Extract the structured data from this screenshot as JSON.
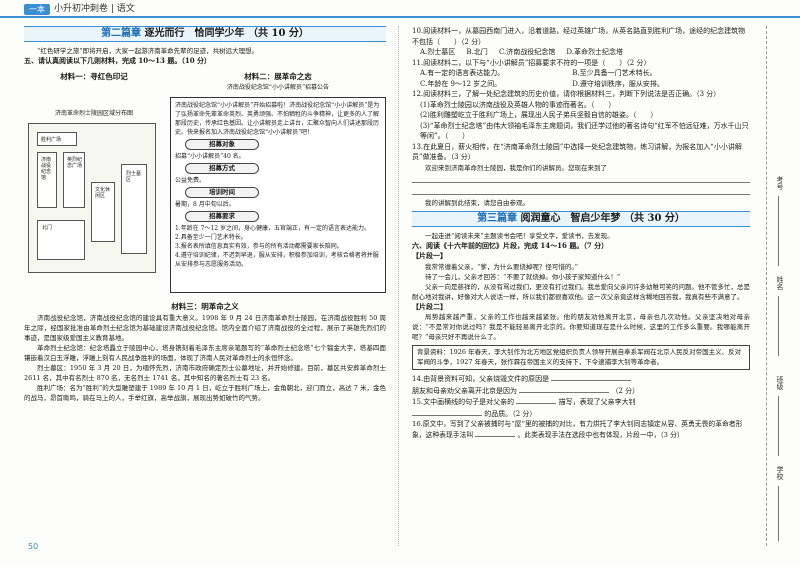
{
  "header": {
    "badge": "一本",
    "title": "小升初冲刺卷 | 语文"
  },
  "page_number": "50",
  "left": {
    "section2": {
      "chapter": "第二篇章",
      "title": "逐光而行　恰同学少年",
      "score": "（共 10 分）"
    },
    "intro": "“红色研学之旅”即将开启，大家一起游济南革命先辈的足迹，共树远大理想。",
    "q5": "五、请认真阅读以下几则材料，完成 10～13 题。（10 分）",
    "m1_title": "材料一：寻红色印记",
    "m1_caption": "济南革命烈士陵园区域分布图",
    "map": {
      "gate": "胜利广场",
      "hall1": "济南战役纪念馆",
      "hall2": "文化休闲区",
      "hall3": "英烈纪念广场",
      "hall4": "北门",
      "hall5": "烈士墓区"
    },
    "m2_title": "材料二：展革命之志",
    "m2_sub": "济南战役纪念馆“小小讲解员”招募公告",
    "poster": {
      "intro": "济南战役纪念馆“小小讲解员”开始招募啦！济南战役纪念馆“小小讲解员”是为了弘扬革命先辈革命英烈、英勇顽强、不怕牺牲的斗争精神，让更多的人了解那段历史，传承红色基因。让小讲解员走上讲台，汇聚众智向人们讲述那段历史。快来报名加入济南战役纪念馆“小小讲解员”吧！",
      "tag1": "招募对象",
      "l1": "招募“小小讲解员”40 名。",
      "tag2": "招募方式",
      "l2": "公益免费。",
      "tag3": "培训时间",
      "l3": "暑期，8 月中旬以后。",
      "tag4": "招募要求",
      "r1": "1.年龄在 7～12 岁之间，身心健康，五官端正，有一定的语言表达能力。",
      "r2": "2.具备至少一门艺术特长。",
      "r3": "3.报名表所填信息真实有效，参与的所有活动都需要家长陪同。",
      "r4": "4.遵守培训纪律，不迟到早退，服从安排，积极参加培训，考核合格者将并服从安排参与志愿服务活动。"
    },
    "m3_title": "材料三：明革命之义",
    "m3_p1": "济南战役纪念馆，济南战役纪念馆的建设具有重大意义。1998 年 9 月 24 日济南革命烈士陵园，在济南战役胜利 50 周年之际，经国家批准由革命烈士纪念馆为基础建设济南战役纪念馆。馆内全面介绍了济南战役的全过程，展示了英雄先烈们的事迹，是国家级爱国主义教育基地。",
    "m3_p2": "革命烈士纪念馆：纪念塔矗立于陵园中心，塔身镌刻着毛泽东主席亲笔题写的“革命烈士纪念塔”七个镏金大字，塔基四面镶嵌着汉白玉浮雕，浮雕上刻有人民战争胜利的场面，体现了济南人民对革命烈士的永恒怀念。",
    "m3_p3": "烈士墓区：1950 年 3 月 20 日，为缅怀先烈，济南市政府确定烈士公墓地址，并开始修建。目前，墓区共安葬革命烈士 2611 名，其中有名烈士 870 名，无名烈士 1741 名，其中知名的著名烈士有 23 名。",
    "m3_p4": "胜利广场：名为“胜利”的大型雕塑建于 1989 年 10 月 1 日，屹立于胜利广场上，金角朝北，迎门而立，高达 7 米，金色的战马，昂首嘶鸣，骑在马上的人，手举红旗，高举战旗，展现出势如破竹的气势。"
  },
  "right": {
    "q10": "10.阅读材料一，从墓园西南门进入，沿着道路，经过英雄广场，从英名路直到胜利广场，途经的纪念建筑物不包括（　　）（2 分）",
    "q10_opts": [
      "A.烈士墓区",
      "B.北门",
      "C.济南战役纪念馆",
      "D.革命烈士纪念塔"
    ],
    "q11": "11.阅读材料二，以下与“小小讲解员”招募要求不符的一项是（　　）（2 分）",
    "q11_opts": [
      "A.有一定的语言表达能力。",
      "B.至少具备一门艺术特长。",
      "C.年龄在 9～12 岁之间。",
      "D.遵守培训秩序，服从安排。"
    ],
    "q12": "12.阅读材料三，了解一处纪念建筑的历史价值，请你根据材料三，判断下列说法是否正确。（3 分）",
    "q12_items": [
      "(1)革命烈士陵园以济南战役及英雄人物的事迹而著名。（　　）",
      "(2)胜利雕塑屹立于胜利广场上，展现出人民子弟兵坚毅自信的雄姿。（　　）",
      "(3)“革命烈士纪念塔”由伟大领袖毛泽东主席题词，我们还学过他的著名诗句“红军不怕远征难，万水千山只等闲”。（　　）"
    ],
    "q13": "13.在此夏日，薪火相传，在“济南革命烈士陵园”中选择一处纪念建筑物，练习讲解，为报名加入“小小讲解员”做准备。（3 分）",
    "q13_start": "欢迎来到济南革命烈士陵园，我是你们的讲解员。您现在来到了",
    "q13_end": "我的讲解到此结束，请您自由参观。",
    "section3": {
      "chapter": "第三篇章",
      "title": "阅润童心　智启少年梦",
      "score": "（共 30 分）"
    },
    "intro3": "一起走进“阅读未来”主题读书会吧！享受文字，爱读书，去发现。",
    "q6": "六、阅读《十六年前的回忆》片段，完成 14～16 题。（7 分）",
    "frag1_label": "【片段一】",
    "frag1": [
      "我常常缠着父亲，“爹，为什么要烧掉呢？怪可惜的。”",
      "待了一会儿，父亲才回答：“不要了就烧掉。你小孩子家知道什么！”",
      "父亲一向是慈祥的，从没有骂过我们，更没有打过我们。我总爱向父亲问许多幼稚可笑的问题。他不管多忙，总是耐心地对我讲，好像对大人说话一样，所以我们都很喜欢他。这一次父亲竟这样含糊地回答我，我真有些不满意了。"
    ],
    "frag2_label": "【片段二】",
    "frag2": "局势越来越严重，父亲的工作也越来越紧张。他的朋友劝他离开北京，母亲也几次劝他。父亲坚决地对母亲说：“不是常对你说过吗？我是不能轻易离开北京的。你要知道现在是什么时候，这里的工作多么重要。我哪能离开呢？”母亲只好不再说什么了。",
    "bg": "背景资料：1926 年春天，李大钊作为北方地区党组织负责人领导开展自奉系军阀在北京人民反对帝国主义、反对军阀的斗争，1927 年春天，张作霖在帝国主义的支持下，下令逮捕李大钊等革命者。",
    "q14": "14.由背景资料可知，父亲烧毁文件的原因是",
    "q14_tail": "朋友和母亲劝父亲离开北京是因为",
    "q14_score": "（2 分）",
    "q15": "15.文中画横线的句子是对父亲的",
    "q15_mid": "描写，表现了父亲李大钊",
    "q15_tail": "的品质。（2 分）",
    "q16": "16.原文中，写到了父亲被捕时与“屋”里的被捕的对比，有力烘托了李大钊同志镇定从容、英勇无畏的革命者形象，这种表现手法叫",
    "q16_tail": "。此类表现手法在选段中也有体现，片段一中，（3 分）"
  },
  "binder": {
    "l1": "考号",
    "l2": "姓名",
    "l3": "班级",
    "l4": "学校"
  }
}
